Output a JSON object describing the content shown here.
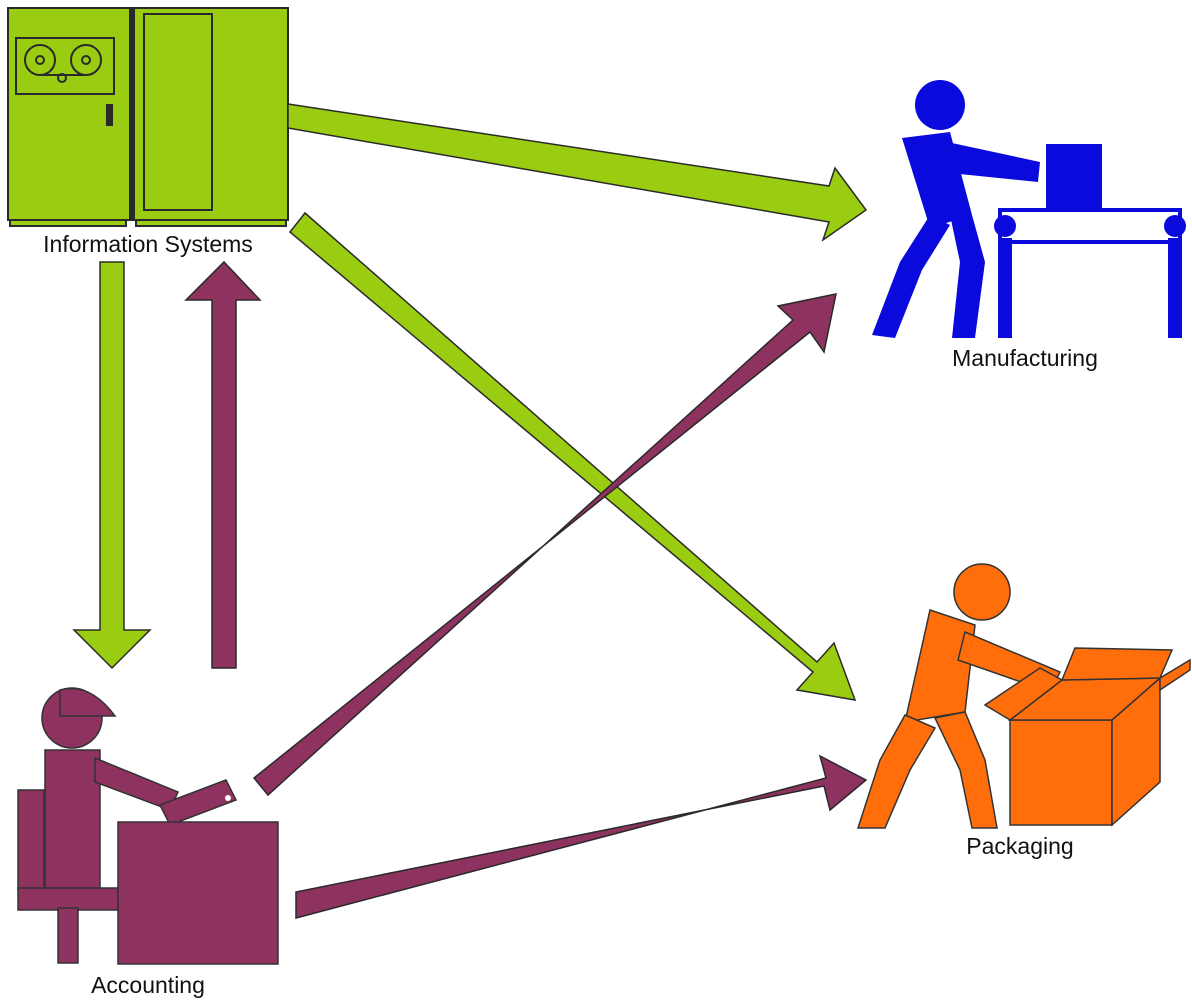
{
  "diagram": {
    "nodes": {
      "information_systems": {
        "label": "Information Systems"
      },
      "manufacturing": {
        "label": "Manufacturing"
      },
      "packaging": {
        "label": "Packaging"
      },
      "accounting": {
        "label": "Accounting"
      }
    },
    "edges": [
      {
        "from": "information_systems",
        "to": "manufacturing",
        "color": "#9ACD11"
      },
      {
        "from": "information_systems",
        "to": "packaging",
        "color": "#9ACD11"
      },
      {
        "from": "information_systems",
        "to": "accounting",
        "color": "#9ACD11"
      },
      {
        "from": "accounting",
        "to": "information_systems",
        "color": "#8E3260"
      },
      {
        "from": "accounting",
        "to": "manufacturing",
        "color": "#8E3260"
      },
      {
        "from": "accounting",
        "to": "packaging",
        "color": "#8E3260"
      }
    ],
    "colors": {
      "information_systems": "#9ACD11",
      "accounting": "#8E3260",
      "manufacturing": "#0A0ADC",
      "packaging": "#FF6E0A"
    }
  }
}
